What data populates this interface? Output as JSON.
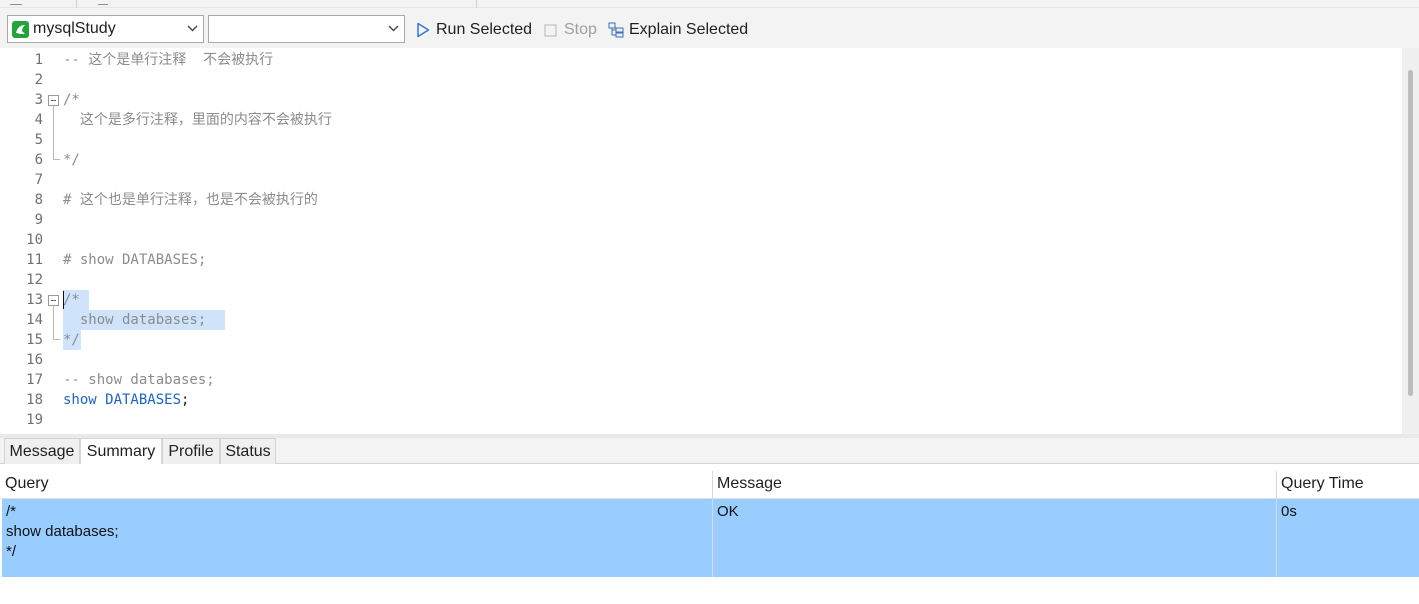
{
  "toolbar": {
    "connection": "mysqlStudy",
    "schema": "",
    "run_selected": "Run Selected",
    "stop": "Stop",
    "explain_selected": "Explain Selected"
  },
  "editor": {
    "lines": [
      {
        "num": "1",
        "text": "-- 这个是单行注释  不会被执行"
      },
      {
        "num": "2",
        "text": ""
      },
      {
        "num": "3",
        "text": "/*"
      },
      {
        "num": "4",
        "text": "  这个是多行注释，里面的内容不会被执行"
      },
      {
        "num": "5",
        "text": ""
      },
      {
        "num": "6",
        "text": "*/"
      },
      {
        "num": "7",
        "text": ""
      },
      {
        "num": "8",
        "text": "# 这个也是单行注释，也是不会被执行的"
      },
      {
        "num": "9",
        "text": ""
      },
      {
        "num": "10",
        "text": ""
      },
      {
        "num": "11",
        "text": "# show DATABASES;"
      },
      {
        "num": "12",
        "text": ""
      },
      {
        "num": "13",
        "text": "/*"
      },
      {
        "num": "14",
        "text": "  show databases;"
      },
      {
        "num": "15",
        "text": "*/"
      },
      {
        "num": "16",
        "text": ""
      },
      {
        "num": "17",
        "text": "-- show databases;"
      },
      {
        "num": "18",
        "text_kw": "show DATABASES",
        "text_plain": ";"
      },
      {
        "num": "19",
        "text": ""
      }
    ]
  },
  "result_tabs": [
    "Message",
    "Summary",
    "Profile",
    "Status"
  ],
  "active_tab": "Summary",
  "summary_table": {
    "columns": [
      "Query",
      "Message",
      "Query Time"
    ],
    "rows": [
      {
        "query": "/*\nshow databases;\n*/",
        "message": "OK",
        "query_time": "0s"
      }
    ]
  },
  "colors": {
    "selection": "#cfe3fb",
    "row_selected": "#99ccff",
    "keyword": "#1a64c8",
    "comment": "#8c8c8c"
  }
}
